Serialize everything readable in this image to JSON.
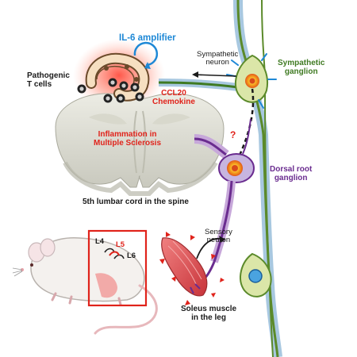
{
  "labels": {
    "il6_amplifier": "IL-6 amplifier",
    "sympathetic_neuron": "Sympathetic\nneuron",
    "sympathetic_ganglion": "Sympathetic\nganglion",
    "pathogenic_t_cells": "Pathogenic\nT cells",
    "ccl20_chemokine": "CCL20\nChemokine",
    "inflammation_ms": "Inflammation in\nMultiple Sclerosis",
    "question_mark": "?",
    "dorsal_root_ganglion": "Dorsal root\nganglion",
    "lumbar_cord": "5th lumbar cord in the spine",
    "sensory_neuron": "Sensory\nneuron",
    "l4": "L4",
    "l5": "L5",
    "l6": "L6",
    "soleus_muscle": "Soleus muscle\nin the leg"
  },
  "colors": {
    "red": "#e0231b",
    "blue": "#1e88d6",
    "green": "#3f7a22",
    "purple": "#6a2c8f",
    "black": "#1a1a1a"
  }
}
